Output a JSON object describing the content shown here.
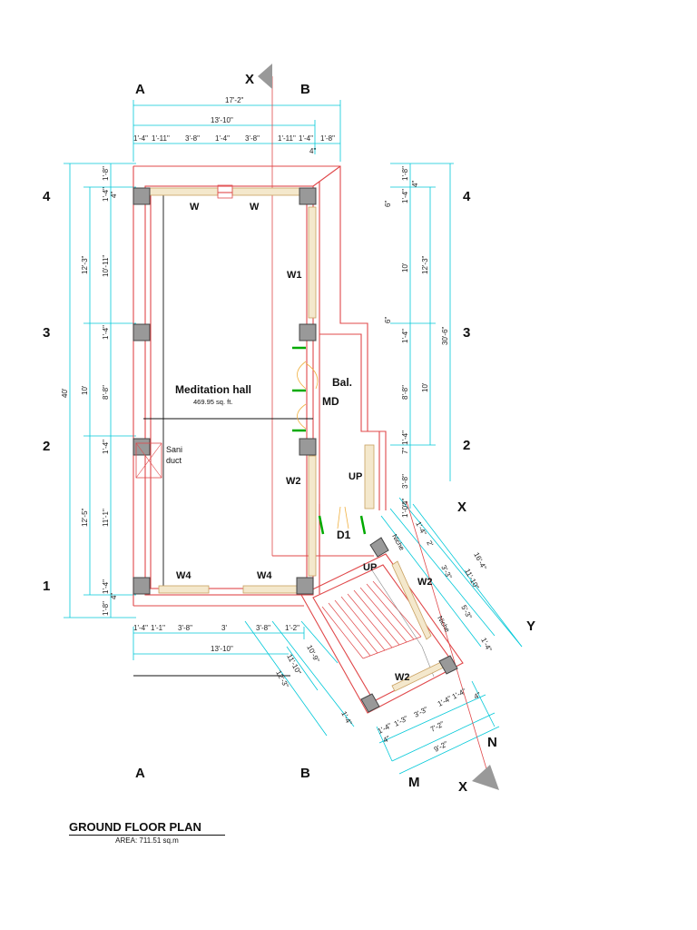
{
  "title": "GROUND FLOOR PLAN",
  "area": "AREA: 711.51 sq.m",
  "grid": {
    "col_a": "A",
    "col_b": "B",
    "row_1": "1",
    "row_2": "2",
    "row_3": "3",
    "row_4": "4",
    "axis_x": "X",
    "axis_y": "Y",
    "axis_n": "N",
    "axis_m": "M"
  },
  "rooms": {
    "meditation_hall": "Meditation hall",
    "meditation_area": "469.95 sq. ft.",
    "balcony": "Bal.",
    "md": "MD",
    "d1": "D1",
    "sani_duct_1": "Sani",
    "sani_duct_2": "duct",
    "niche": "Niche",
    "up": "UP"
  },
  "windows": {
    "w": "W",
    "w1": "W1",
    "w2": "W2",
    "w4": "W4"
  },
  "dimensions": {
    "top_overall": "17'-2\"",
    "top_inner": "13'-10\"",
    "top_segments": [
      "1'-4\"",
      "1'-11\"",
      "3'-8\"",
      "1'-4\"",
      "3'-8\"",
      "1'-11\"",
      "1'-4\"",
      "1'-8\""
    ],
    "top_4": "4\"",
    "left_overall": "40'",
    "left_mid": [
      "12'-3\"",
      "10'",
      "12'-5\""
    ],
    "left_inner": [
      "1'-8\"",
      "1'-4\"",
      "4\"",
      "10'-11\"",
      "1'-4\"",
      "8'-8\"",
      "1'-4\"",
      "11'-1\"",
      "1'-4\"",
      "4\"",
      "1'-8\""
    ],
    "right_inner": [
      "1'-8\"",
      "4\"",
      "1'-4\"",
      "10'",
      "1'-4\"",
      "8'-8\"",
      "7\"",
      "1'-4\"",
      "3'-8\"",
      "1'-0\"",
      "4\""
    ],
    "right_mid": [
      "6\"",
      "12'-3\"",
      "6\"",
      "10'"
    ],
    "right_overall": "30'-6\"",
    "bottom_segments": [
      "1'-4\"",
      "1'-1\"",
      "3'-8\"",
      "3'",
      "3'-8\"",
      "1'-2\""
    ],
    "bottom_inner": "13'-10\"",
    "bottom_diag": [
      "10'-9\"",
      "11'-10\"",
      "12'-3\"",
      "1'-4\""
    ],
    "right_diag": [
      "16'-4\"",
      "11'-10\"",
      "1'-4\"",
      "2'",
      "3'-3\"",
      "5'-3\"",
      "1'-4\""
    ],
    "stair_dims": [
      "1'-4\"",
      "1'-3\"",
      "3'-3\"",
      "1'-4\"",
      "1'-4\"",
      "4\"",
      "4\"",
      "7'-2\"",
      "9'-2\""
    ]
  },
  "colors": {
    "wall": "#e0484a",
    "dim": "#00c8d8",
    "door": "#00aa00",
    "window": "#c8a060",
    "column": "#909090"
  }
}
